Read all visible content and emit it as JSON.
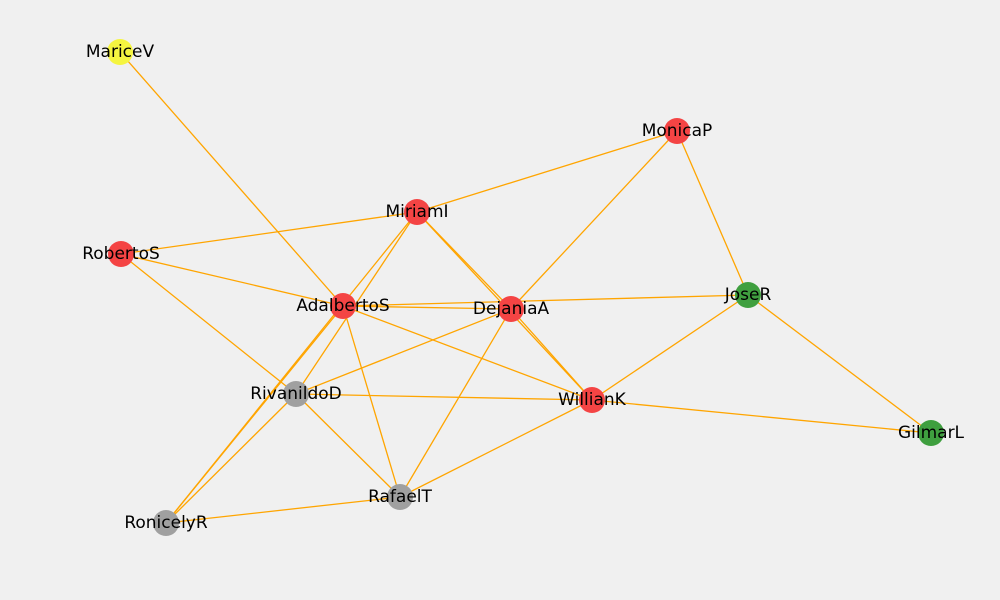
{
  "graph": {
    "colors": {
      "edge": "#ffa500",
      "red": "#f44444",
      "green": "#3f9f3f",
      "gray": "#a0a0a0",
      "yellow": "#f5f540",
      "background": "#f0f0f0"
    },
    "nodes": [
      {
        "id": "MariceV",
        "label": "MariceV",
        "color": "yellow"
      },
      {
        "id": "MonicaP",
        "label": "MonicaP",
        "color": "red"
      },
      {
        "id": "MiriamI",
        "label": "MiriamI",
        "color": "red"
      },
      {
        "id": "RobertoS",
        "label": "RobertoS",
        "color": "red"
      },
      {
        "id": "AdalbertoS",
        "label": "AdalbertoS",
        "color": "red"
      },
      {
        "id": "DejaniaA",
        "label": "DejaniaA",
        "color": "red"
      },
      {
        "id": "JoseR",
        "label": "JoseR",
        "color": "green"
      },
      {
        "id": "RivanildoD",
        "label": "RivanildoD",
        "color": "gray"
      },
      {
        "id": "WillianK",
        "label": "WillianK",
        "color": "red"
      },
      {
        "id": "GilmarL",
        "label": "GilmarL",
        "color": "green"
      },
      {
        "id": "RafaelT",
        "label": "RafaelT",
        "color": "gray"
      },
      {
        "id": "RonicelyR",
        "label": "RonicelyR",
        "color": "gray"
      }
    ],
    "edges": [
      [
        "MariceV",
        "AdalbertoS"
      ],
      [
        "MonicaP",
        "MiriamI"
      ],
      [
        "MonicaP",
        "DejaniaA"
      ],
      [
        "MonicaP",
        "JoseR"
      ],
      [
        "MiriamI",
        "RobertoS"
      ],
      [
        "MiriamI",
        "DejaniaA"
      ],
      [
        "MiriamI",
        "WillianK"
      ],
      [
        "MiriamI",
        "RivanildoD"
      ],
      [
        "MiriamI",
        "RonicelyR"
      ],
      [
        "RobertoS",
        "AdalbertoS"
      ],
      [
        "RobertoS",
        "RivanildoD"
      ],
      [
        "AdalbertoS",
        "DejaniaA"
      ],
      [
        "AdalbertoS",
        "JoseR"
      ],
      [
        "AdalbertoS",
        "WillianK"
      ],
      [
        "AdalbertoS",
        "RafaelT"
      ],
      [
        "AdalbertoS",
        "RonicelyR"
      ],
      [
        "DejaniaA",
        "WillianK"
      ],
      [
        "DejaniaA",
        "RivanildoD"
      ],
      [
        "DejaniaA",
        "RafaelT"
      ],
      [
        "JoseR",
        "WillianK"
      ],
      [
        "JoseR",
        "GilmarL"
      ],
      [
        "RivanildoD",
        "WillianK"
      ],
      [
        "RivanildoD",
        "RafaelT"
      ],
      [
        "RivanildoD",
        "RonicelyR"
      ],
      [
        "WillianK",
        "GilmarL"
      ],
      [
        "WillianK",
        "RafaelT"
      ],
      [
        "RafaelT",
        "RonicelyR"
      ]
    ]
  }
}
